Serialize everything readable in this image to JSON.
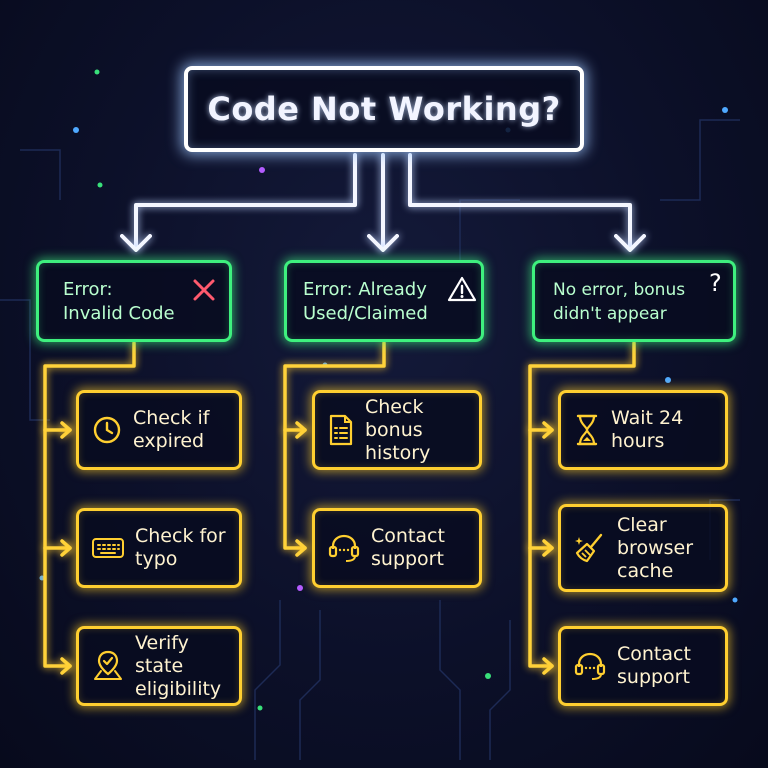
{
  "title": "Code Not Working?",
  "branches": [
    {
      "header": "Error:\nInvalid Code",
      "header_icon": "x-mark-icon",
      "steps": [
        {
          "label": "Check if\nexpired",
          "icon": "clock-icon"
        },
        {
          "label": "Check for\ntypo",
          "icon": "keyboard-icon"
        },
        {
          "label": "Verify\nstate\neligibility",
          "icon": "map-pin-check-icon"
        }
      ]
    },
    {
      "header": "Error: Already\nUsed/Claimed",
      "header_icon": "warning-triangle-icon",
      "steps": [
        {
          "label": "Check\nbonus\nhistory",
          "icon": "document-list-icon"
        },
        {
          "label": "Contact\nsupport",
          "icon": "headset-icon"
        }
      ]
    },
    {
      "header": "No error, bonus\ndidn't appear",
      "header_icon": "question-mark-icon",
      "steps": [
        {
          "label": "Wait 24\nhours",
          "icon": "hourglass-icon"
        },
        {
          "label": "Clear\nbrowser\ncache",
          "icon": "broom-icon"
        },
        {
          "label": "Contact\nsupport",
          "icon": "headset-icon"
        }
      ]
    }
  ],
  "colors": {
    "background": "#0c1029",
    "title_border": "#ffffff",
    "header_border": "#3ef07e",
    "step_border": "#ffcf30",
    "error_x": "#ff5a6e"
  }
}
